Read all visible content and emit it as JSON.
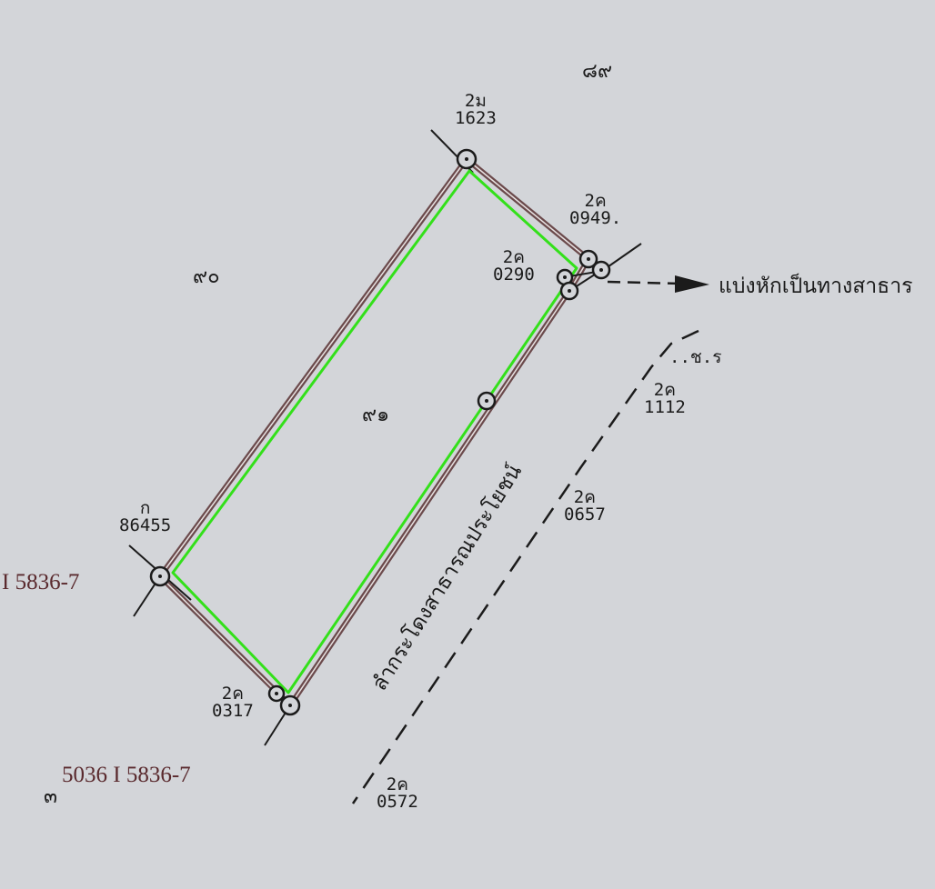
{
  "colors": {
    "background": "#d3d5d9",
    "ink": "#1b1b1b",
    "boundary_outline": "#6b4a4c",
    "highlight": "#33e01a",
    "sheet_text": "#5a2a2e"
  },
  "parcels": {
    "north_89": "๘๙",
    "west_90": "๙๐",
    "main_91": "๙๑",
    "south_3": "๓"
  },
  "markers": {
    "top": {
      "code": "2ม",
      "number": "1623"
    },
    "northeast": {
      "code": "2ค",
      "number": "0949."
    },
    "east_inner": {
      "code": "2ค",
      "number": "0290"
    },
    "west": {
      "code": "ก",
      "number": "86455"
    },
    "south": {
      "code": "2ค",
      "number": "0317"
    },
    "canal_1": {
      "code": "2ค",
      "number": "1112"
    },
    "canal_2": {
      "code": "2ค",
      "number": "0657"
    },
    "canal_3": {
      "code": "2ค",
      "number": "0572"
    }
  },
  "annotations": {
    "public_way": "แบ่งหักเป็นทางสาธาร",
    "canal_abbrev": "..ช.ร",
    "canal_name": "ลำกระโดงสาธารณประโยชน์"
  },
  "sheet_refs": {
    "left": "I 5836-7",
    "bottom": "5036 I 5836-7"
  }
}
